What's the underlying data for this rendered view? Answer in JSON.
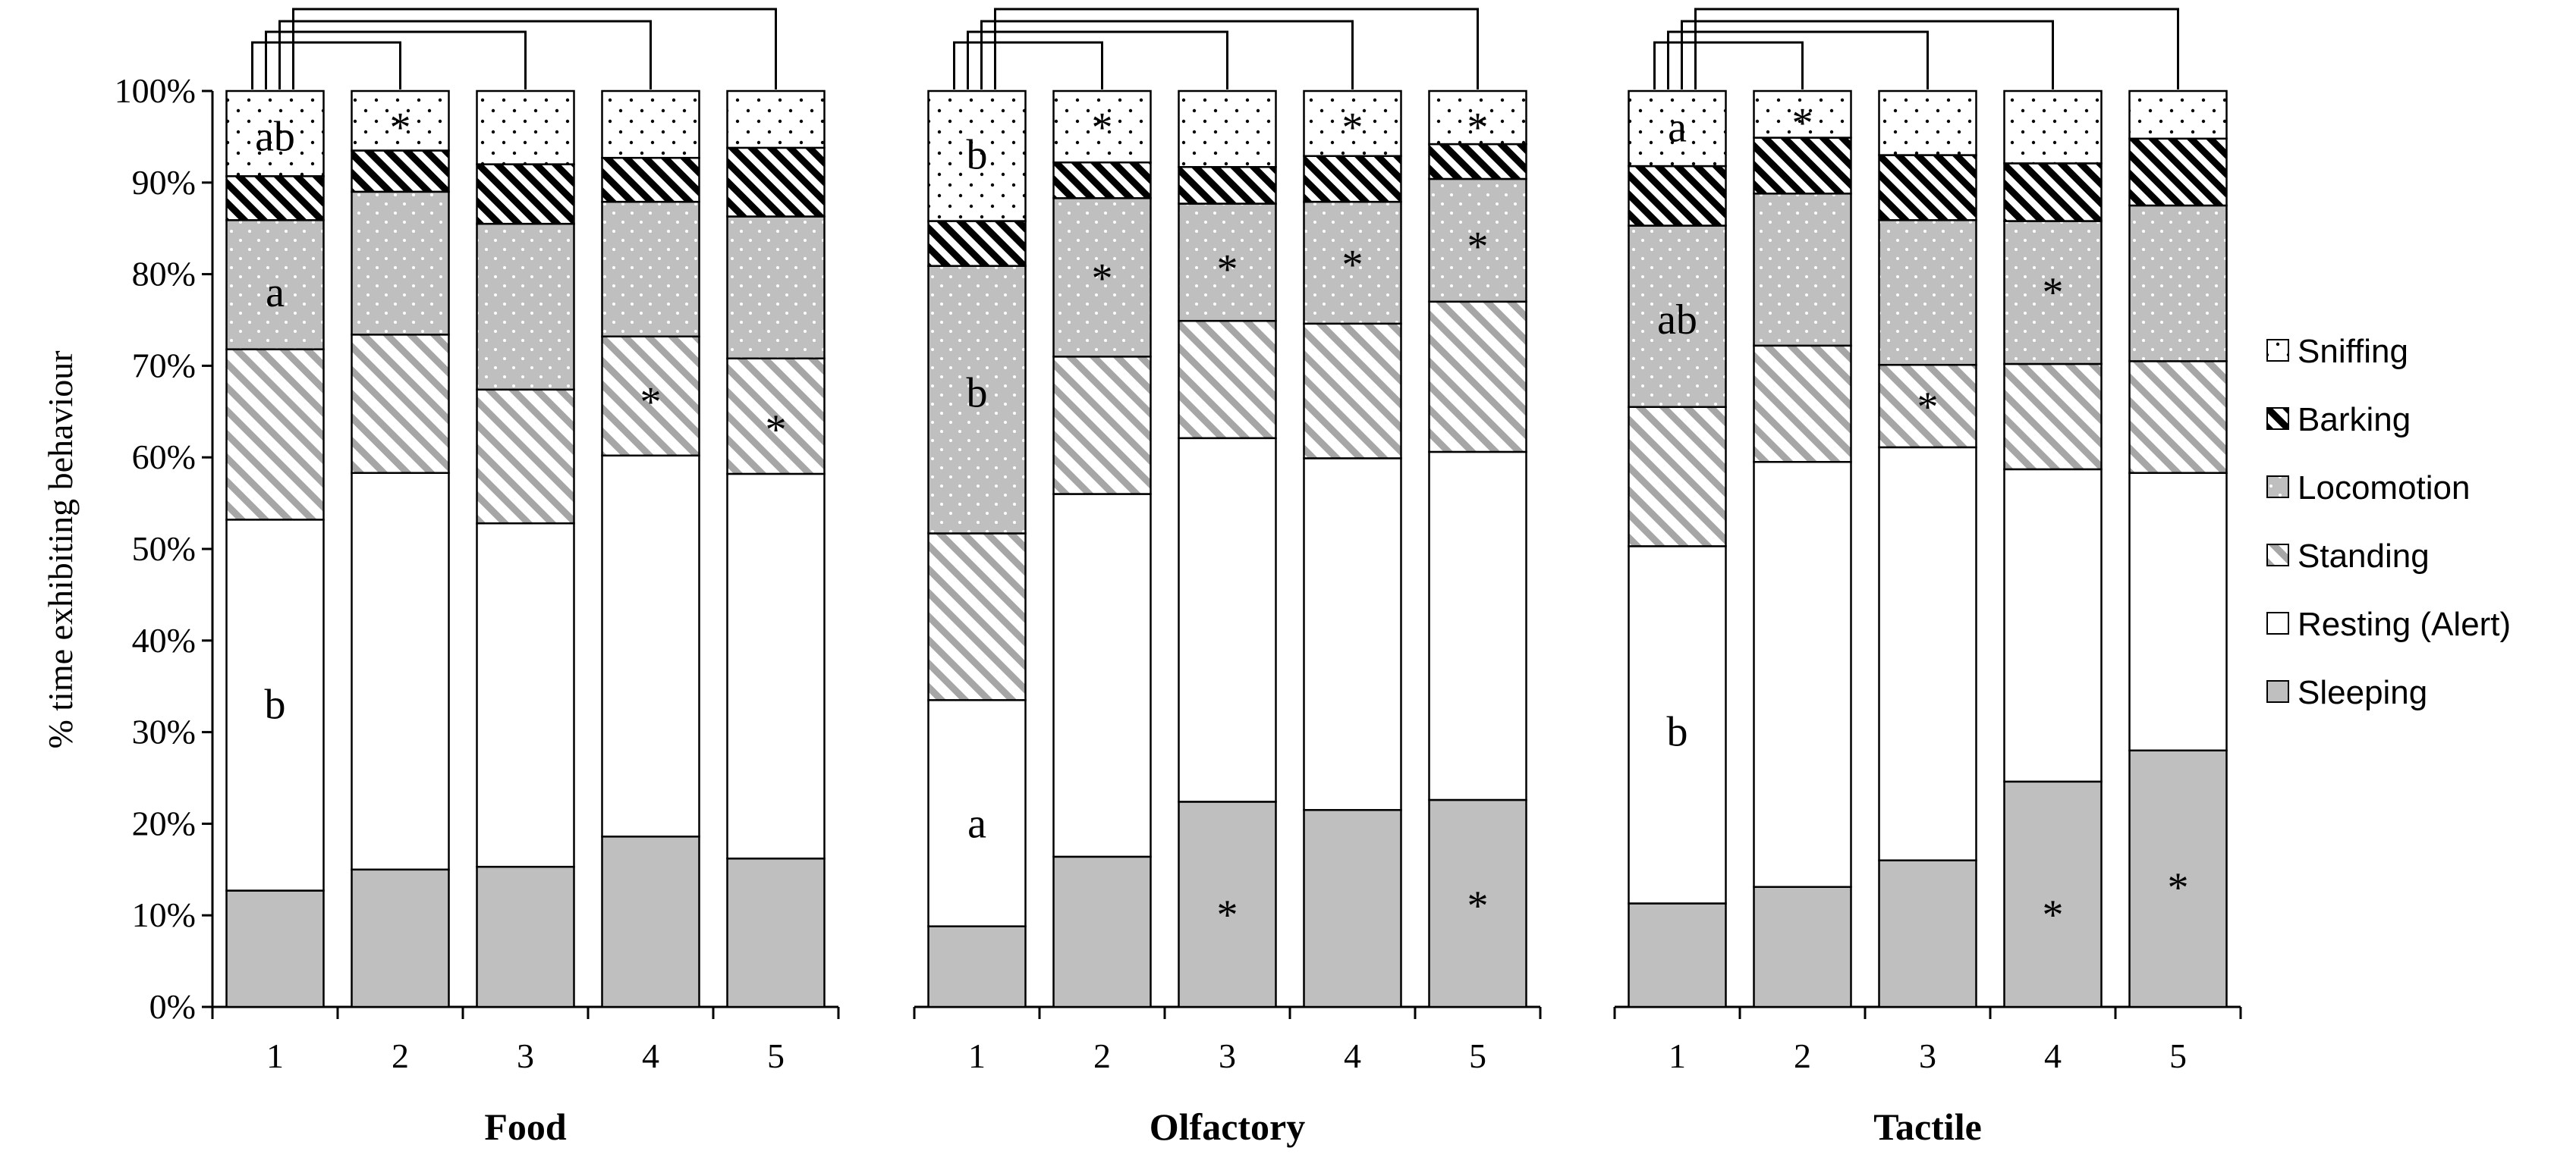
{
  "chart_data": {
    "type": "bar",
    "stacked": true,
    "ylabel": "% time exhibiting behaviour",
    "ylim": [
      0,
      100
    ],
    "y_ticks": [
      "0%",
      "10%",
      "20%",
      "30%",
      "40%",
      "50%",
      "60%",
      "70%",
      "80%",
      "90%",
      "100%"
    ],
    "categories": [
      "1",
      "2",
      "3",
      "4",
      "5"
    ],
    "legend_position": "right",
    "series_styles": [
      {
        "name": "Sleeping",
        "fill": "#bfbfbf",
        "pattern": "solid"
      },
      {
        "name": "Resting (Alert)",
        "fill": "#ffffff",
        "pattern": "solid"
      },
      {
        "name": "Standing",
        "fill": "#ffffff",
        "pattern": "diagonal-grey"
      },
      {
        "name": "Locomotion",
        "fill": "#bfbfbf",
        "pattern": "white-dots"
      },
      {
        "name": "Barking",
        "fill": "#ffffff",
        "pattern": "diagonal-black"
      },
      {
        "name": "Sniffing",
        "fill": "#ffffff",
        "pattern": "black-dots"
      }
    ],
    "legend_order": [
      "Sniffing",
      "Barking",
      "Locomotion",
      "Standing",
      "Resting (Alert)",
      "Sleeping"
    ],
    "panels": [
      {
        "xlabel": "Food",
        "series": [
          {
            "name": "Sleeping",
            "values": [
              12.7,
              15.0,
              15.3,
              18.6,
              16.2
            ]
          },
          {
            "name": "Resting (Alert)",
            "values": [
              40.5,
              43.3,
              37.5,
              41.6,
              42.0
            ]
          },
          {
            "name": "Standing",
            "values": [
              18.6,
              15.1,
              14.6,
              13.0,
              12.6
            ]
          },
          {
            "name": "Locomotion",
            "values": [
              14.1,
              15.6,
              18.1,
              14.7,
              15.5
            ]
          },
          {
            "name": "Barking",
            "values": [
              4.8,
              4.5,
              6.5,
              4.8,
              7.5
            ]
          },
          {
            "name": "Sniffing",
            "values": [
              9.3,
              6.5,
              8.0,
              7.3,
              6.2
            ]
          }
        ],
        "annotations": [
          {
            "bar": 0,
            "series": "Sleeping-Resting",
            "y": 33,
            "text": "b"
          },
          {
            "bar": 0,
            "y": 78,
            "text": "a"
          },
          {
            "bar": 0,
            "y": 95,
            "text": "ab"
          },
          {
            "bar": 1,
            "y": 96,
            "text": "*"
          },
          {
            "bar": 3,
            "y": 66,
            "text": "*"
          },
          {
            "bar": 4,
            "y": 63,
            "text": "*"
          }
        ],
        "brackets": [
          1,
          2,
          3,
          4
        ]
      },
      {
        "xlabel": "Olfactory",
        "series": [
          {
            "name": "Sleeping",
            "values": [
              8.8,
              16.4,
              22.4,
              21.5,
              22.6
            ]
          },
          {
            "name": "Resting (Alert)",
            "values": [
              24.7,
              39.6,
              39.7,
              38.4,
              38.0
            ]
          },
          {
            "name": "Standing",
            "values": [
              18.2,
              15.0,
              12.8,
              14.7,
              16.4
            ]
          },
          {
            "name": "Locomotion",
            "values": [
              29.2,
              17.3,
              12.8,
              13.3,
              13.4
            ]
          },
          {
            "name": "Barking",
            "values": [
              4.9,
              3.9,
              4.0,
              5.0,
              3.8
            ]
          },
          {
            "name": "Sniffing",
            "values": [
              14.2,
              7.8,
              8.3,
              7.1,
              5.8
            ]
          }
        ],
        "annotations": [
          {
            "bar": 0,
            "y": 20,
            "text": "a"
          },
          {
            "bar": 0,
            "y": 67,
            "text": "b"
          },
          {
            "bar": 0,
            "y": 93,
            "text": "b"
          },
          {
            "bar": 1,
            "y": 79.5,
            "text": "*"
          },
          {
            "bar": 1,
            "y": 96,
            "text": "*"
          },
          {
            "bar": 2,
            "y": 80.5,
            "text": "*"
          },
          {
            "bar": 2,
            "y": 10,
            "text": "*"
          },
          {
            "bar": 3,
            "y": 81,
            "text": "*"
          },
          {
            "bar": 3,
            "y": 96,
            "text": "*"
          },
          {
            "bar": 4,
            "y": 83,
            "text": "*"
          },
          {
            "bar": 4,
            "y": 96,
            "text": "*"
          },
          {
            "bar": 4,
            "y": 11,
            "text": "*"
          }
        ],
        "brackets": [
          1,
          2,
          3,
          4
        ]
      },
      {
        "xlabel": "Tactile",
        "series": [
          {
            "name": "Sleeping",
            "values": [
              11.3,
              13.1,
              16.0,
              24.6,
              28.0
            ]
          },
          {
            "name": "Resting (Alert)",
            "values": [
              39.0,
              46.4,
              45.1,
              34.1,
              30.3
            ]
          },
          {
            "name": "Standing",
            "values": [
              15.2,
              12.7,
              9.0,
              11.5,
              12.2
            ]
          },
          {
            "name": "Locomotion",
            "values": [
              19.8,
              16.6,
              15.8,
              15.6,
              17.0
            ]
          },
          {
            "name": "Barking",
            "values": [
              6.5,
              6.1,
              7.1,
              6.3,
              7.3
            ]
          },
          {
            "name": "Sniffing",
            "values": [
              8.2,
              5.1,
              7.0,
              7.9,
              5.2
            ]
          }
        ],
        "annotations": [
          {
            "bar": 0,
            "y": 30,
            "text": "b"
          },
          {
            "bar": 0,
            "y": 75,
            "text": "ab"
          },
          {
            "bar": 0,
            "y": 96,
            "text": "a"
          },
          {
            "bar": 1,
            "y": 96.5,
            "text": "*"
          },
          {
            "bar": 2,
            "y": 65.5,
            "text": "*"
          },
          {
            "bar": 3,
            "y": 78,
            "text": "*"
          },
          {
            "bar": 3,
            "y": 10,
            "text": "*"
          },
          {
            "bar": 4,
            "y": 13,
            "text": "*"
          }
        ],
        "brackets": [
          1,
          2,
          3,
          4
        ]
      }
    ]
  }
}
